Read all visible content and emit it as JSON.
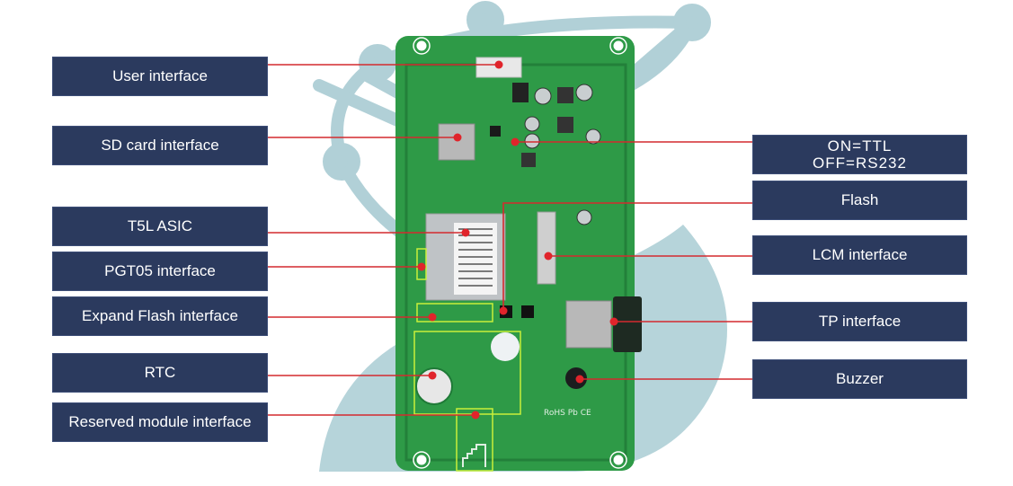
{
  "diagram": {
    "subject": "HMI display control board (rear view) with labeled interfaces",
    "colors": {
      "label_bg": "#2b3a5e",
      "label_text": "#ffffff",
      "leader_line": "#d42a2f",
      "pcb_green": "#2e9a47",
      "watermark": "#a9ccd3",
      "highlight": "#c8f03a"
    },
    "left_labels": [
      {
        "id": "user-interface",
        "text": "User interface"
      },
      {
        "id": "sd-card-interface",
        "text": "SD card interface"
      },
      {
        "id": "t5l-asic",
        "text": "T5L ASIC"
      },
      {
        "id": "pgt05-interface",
        "text": "PGT05 interface"
      },
      {
        "id": "expand-flash-interface",
        "text": "Expand Flash interface"
      },
      {
        "id": "rtc",
        "text": "RTC"
      },
      {
        "id": "reserved-module-interface",
        "text": "Reserved module interface"
      }
    ],
    "right_labels": [
      {
        "id": "ttl-rs232-switch",
        "line1": "ON=TTL",
        "line2": "OFF=RS232"
      },
      {
        "id": "flash",
        "text": "Flash"
      },
      {
        "id": "lcm-interface",
        "text": "LCM interface"
      },
      {
        "id": "tp-interface",
        "text": "TP interface"
      },
      {
        "id": "buzzer",
        "text": "Buzzer"
      }
    ],
    "board_markings": {
      "certifications": [
        "RoHS",
        "Pb",
        "CE"
      ]
    }
  }
}
